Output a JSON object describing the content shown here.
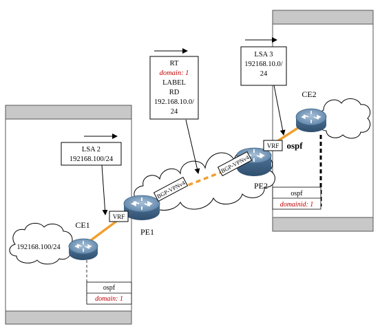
{
  "ce1": {
    "name": "CE1",
    "lsa_box": {
      "line1": "LSA 2",
      "line2": "192168.100/24"
    },
    "cloud_label": "192168.100/24",
    "vrf_label": "VRF",
    "ospf_table": {
      "label": "ospf",
      "domain": "domain: 1"
    }
  },
  "pe1": {
    "name": "PE1",
    "bgp_label": "BGP-VPNv4",
    "rt_box": {
      "line1": "RT",
      "line2": "domain: 1",
      "line3": "LABEL",
      "line4": "RD",
      "line5": "192.168.10.0/",
      "line6": "24"
    }
  },
  "pe2": {
    "name": "PE2",
    "bgp_label": "BGP-VPNv4",
    "vrf_label": "VRF",
    "ospf_label": "ospf"
  },
  "ce2": {
    "name": "CE2",
    "lsa_box": {
      "line1": "LSA 3",
      "line2": "192168.10.0/",
      "line3": "24"
    },
    "ospf_table": {
      "label": "ospf",
      "domain": "domainid: 1"
    }
  },
  "colors": {
    "accent_orange": "#f0a030",
    "domain_red": "#c00000",
    "panel_gray": "#c8c8c8",
    "router_blue": "#6e94b4"
  }
}
